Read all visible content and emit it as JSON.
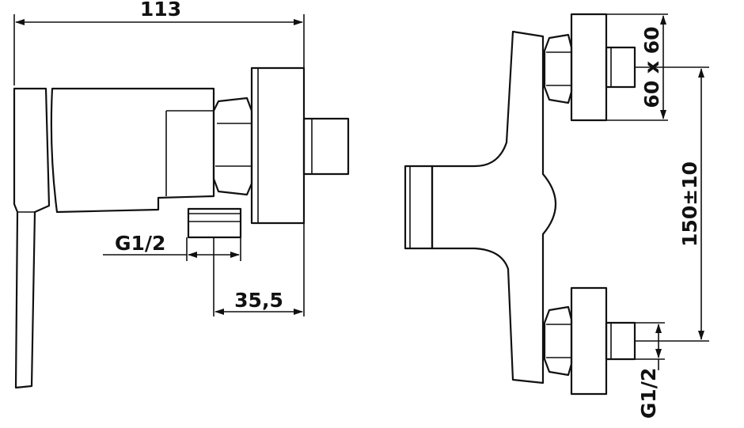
{
  "dimensions": {
    "overall_width": "113",
    "thread_left": "G1/2",
    "wall_offset": "35,5",
    "flange_size": "60 x 60",
    "center_distance": "150±10",
    "thread_right": "G1/2"
  }
}
